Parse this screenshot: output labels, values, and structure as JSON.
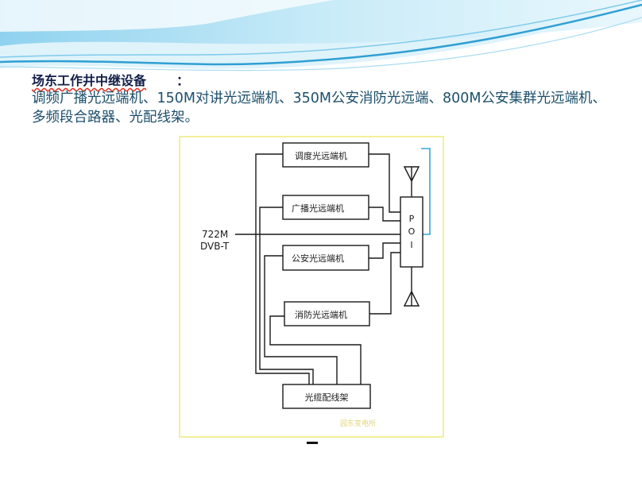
{
  "slide": {
    "heading": "场东工作井中继设备",
    "heading_colon": "：",
    "body": "调频广播光远端机、150M对讲光远端机、350M公安消防光远端、800M公安集群光远端机、多频段合路器、光配线架。"
  },
  "diagram": {
    "boxes": {
      "dispatch": "调度光远端机",
      "broadcast": "广播光远端机",
      "police": "公安光远端机",
      "fire": "消防光远端机",
      "odf": "光缆配线架"
    },
    "poi_letters": [
      "P",
      "O",
      "I"
    ],
    "input_label": [
      "722M",
      "DVB-T"
    ],
    "watermark": "园东变电所"
  },
  "colors": {
    "frame_border": "#f3ef9c",
    "line": "#1a1a1a",
    "cyan_line": "#33a7d6",
    "title_text": "#14204a",
    "body_text": "#1c4f6b",
    "wave_light": "#d4eef9",
    "wave_mid": "#7fcbeb",
    "wave_dark": "#2f9fd3"
  }
}
